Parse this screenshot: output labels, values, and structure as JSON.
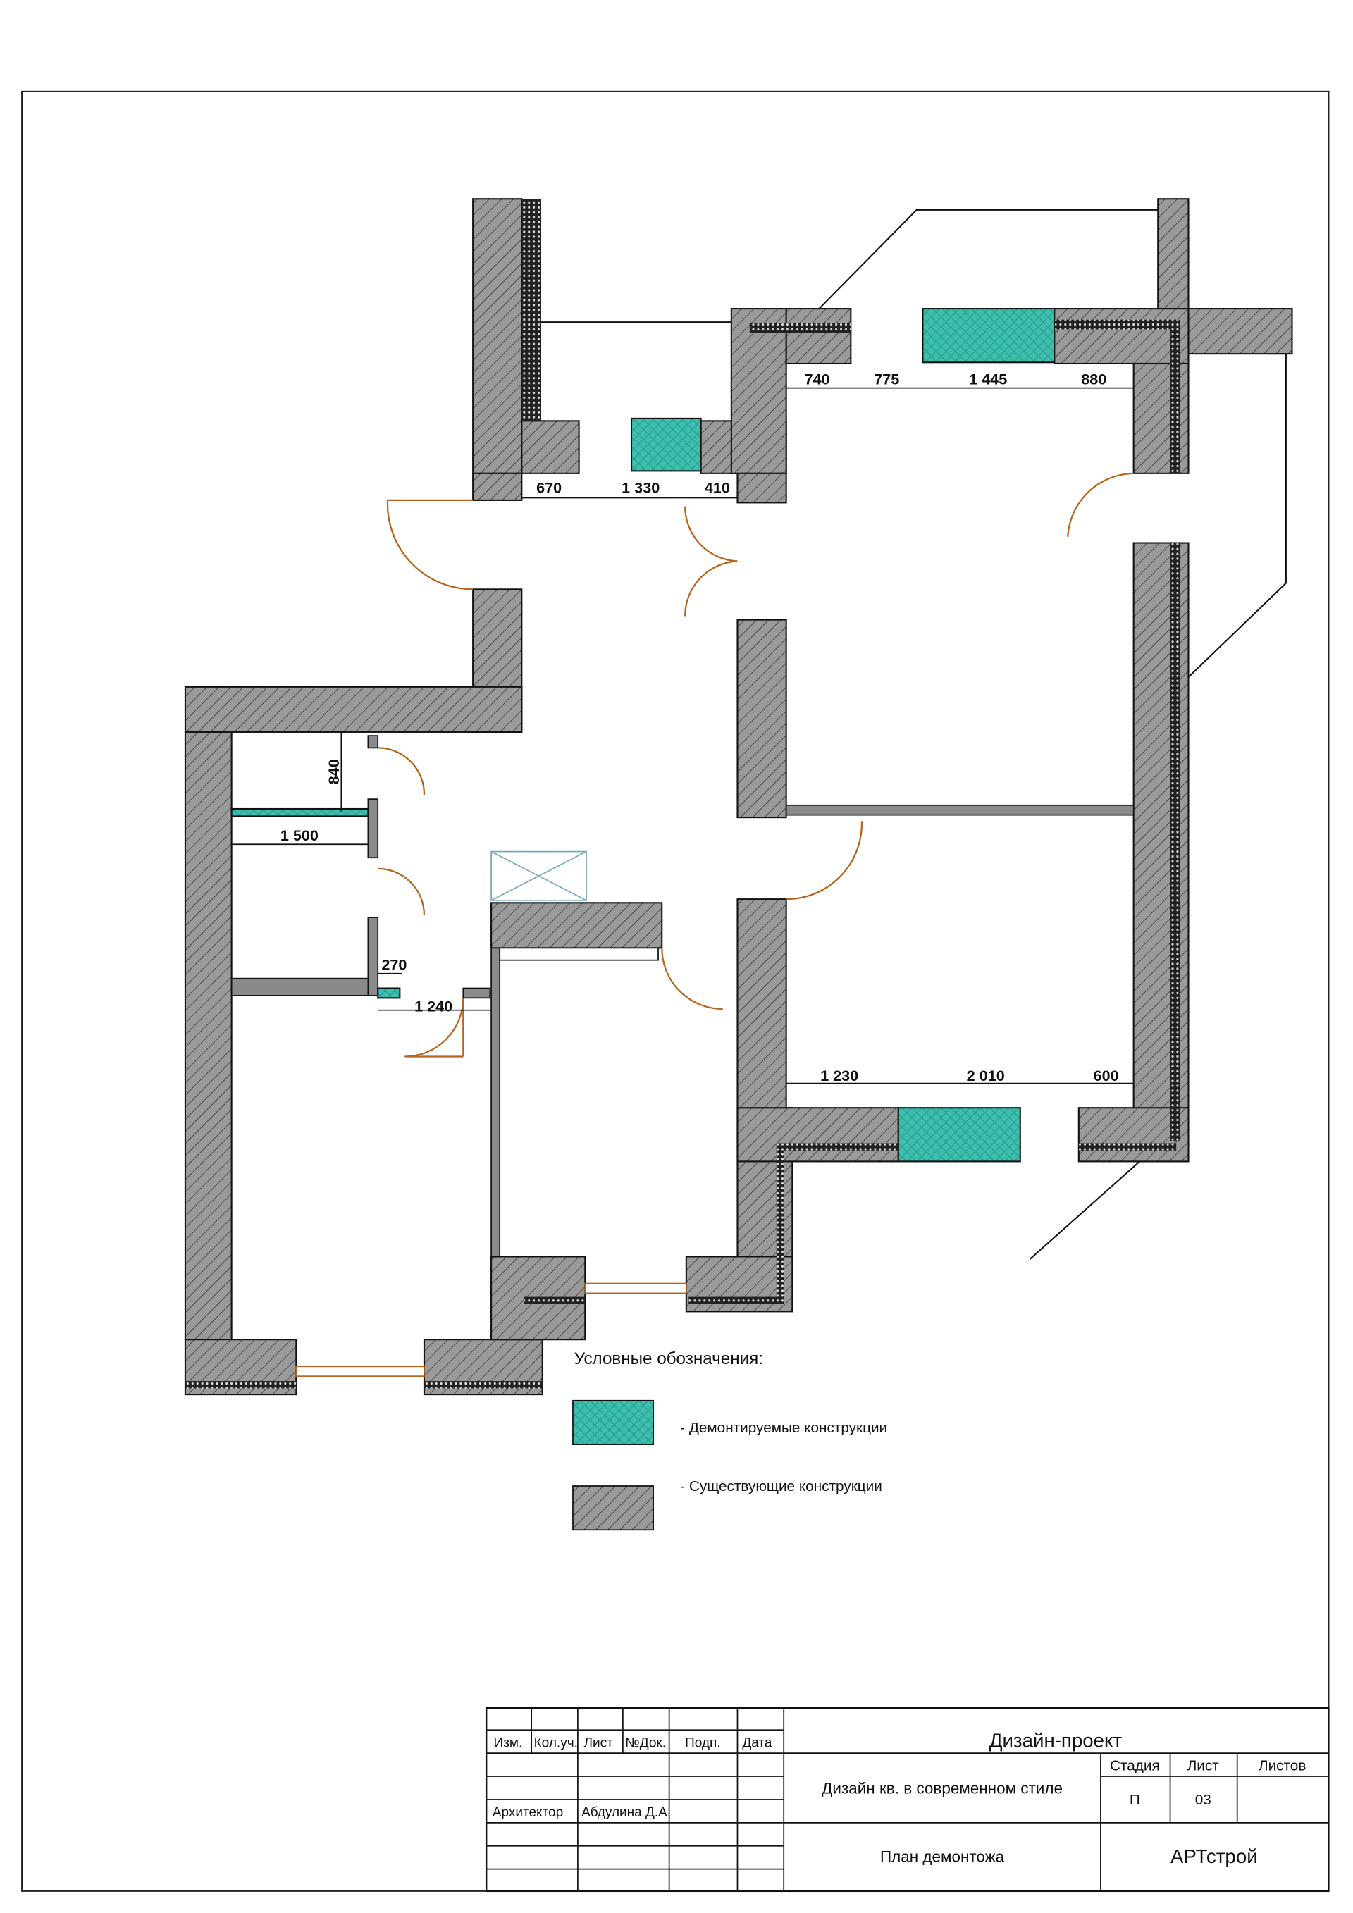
{
  "drawing": {
    "dimensions_top_left": [
      "670",
      "1 330",
      "410"
    ],
    "dimensions_top_right": [
      "740",
      "775",
      "1 445",
      "880"
    ],
    "dimensions_middle": [
      "840",
      "1 500",
      "270",
      "1 240"
    ],
    "dimensions_bottom_right": [
      "1 230",
      "2 010",
      "600"
    ]
  },
  "legend": {
    "title": "Условные обозначения:",
    "items": [
      {
        "label": "- Демонтируемые конструкции",
        "color": "#3cbfae"
      },
      {
        "label": "- Существующие конструкции",
        "color": "#9a9a9a"
      }
    ]
  },
  "title_block": {
    "headers": [
      "Изм.",
      "Кол.уч.",
      "Лист",
      "№Док.",
      "Подп.",
      "Дата"
    ],
    "role": "Архитектор",
    "author": "Абдулина Д.А.",
    "project": "Дизайн-проект",
    "description": "Дизайн кв. в современном стиле",
    "stage_label": "Стадия",
    "sheet_label": "Лист",
    "sheets_label": "Листов",
    "stage": "П",
    "sheet": "03",
    "sheet_title": "План демонтожа",
    "company": "АРТстрой"
  }
}
